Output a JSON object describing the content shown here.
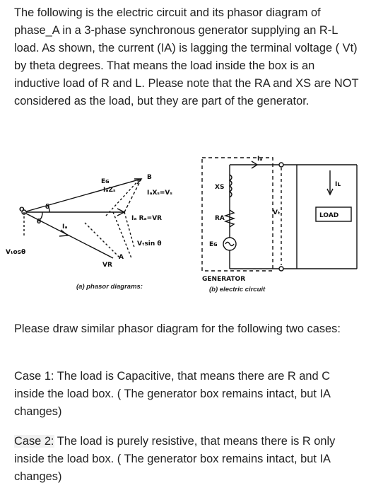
{
  "intro": "The following is the electric circuit and its phasor diagram of phase_A in a 3-phase synchronous generator supplying an R-L load. As shown, the current (IA) is lagging the terminal voltage ( Vt) by theta degrees. That means the load inside the box is an inductive load of R and L. Please note that the RA and XS are NOT considered as the load, but they are part of the generator.",
  "figure": {
    "phasor": {
      "caption": "(a) phasor diagrams:",
      "labels": {
        "eg": "Eɢ",
        "b": "B",
        "iazs": "IₐZₛ",
        "iaxs": "IₐXₛ=Vₛ",
        "iara": "Iₐ Rₐ=VR",
        "o": "O",
        "delta": "δ",
        "theta": "θ",
        "ia": "Iₐ",
        "vtcos": "Vₜosθ",
        "vtsin": "Vₜsin θ",
        "vr": "VR",
        "a": "A"
      }
    },
    "circuit": {
      "caption": "(b) electric circuit",
      "generator_label": "GENERATOR",
      "load_label": "LOAD",
      "labels": {
        "ia": "Iₐ",
        "xs": "XS",
        "ra": "RA",
        "eg": "Eɢ",
        "vt": "Vₜ",
        "il": "Iʟ"
      }
    }
  },
  "prompt": "Please draw similar phasor diagram for the following two cases:",
  "case1": "Case 1: The load is Capacitive, that means there are R and C inside the load box. ( The generator box remains intact, but IA changes)",
  "case2_label": "Case 2:",
  "case2_body": " The load is purely resistive, that means there is R only inside the load box. ( The generator box remains intact, but IA changes)"
}
